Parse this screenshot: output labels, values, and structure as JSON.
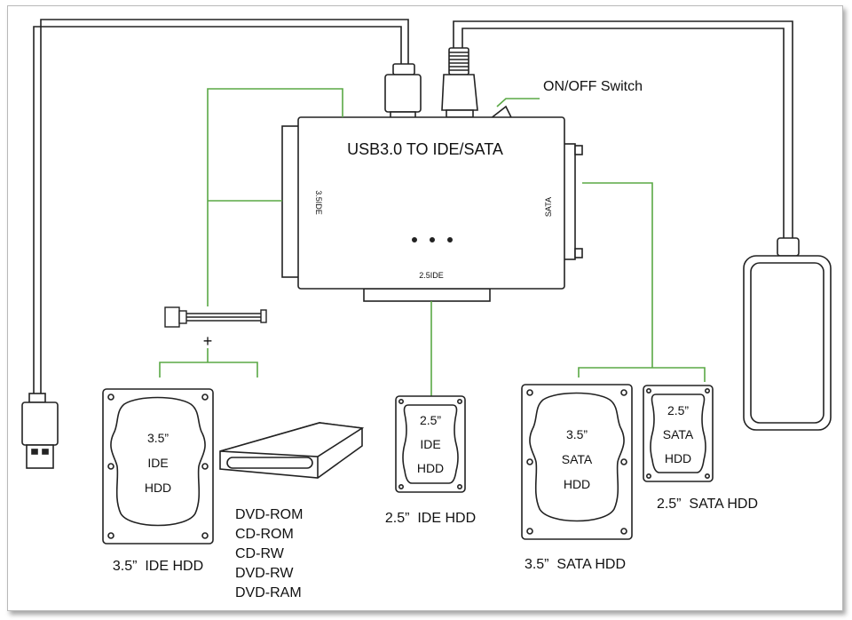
{
  "device": {
    "title": "USB3.0 TO IDE/SATA",
    "port_left": "3.5IDE",
    "port_right": "SATA",
    "port_bottom": "2.5IDE",
    "switch_label": "ON/OFF Switch"
  },
  "power_plus": "+",
  "drives": {
    "ide35": {
      "face": [
        "3.5”",
        "IDE",
        "HDD"
      ],
      "caption": "3.5”  IDE HDD"
    },
    "ide25": {
      "face": [
        "2.5”",
        "IDE",
        "HDD"
      ],
      "caption": "2.5”  IDE HDD"
    },
    "sata35": {
      "face": [
        "3.5”",
        "SATA",
        "HDD"
      ],
      "caption": "3.5”  SATA HDD"
    },
    "sata25": {
      "face": [
        "2.5”",
        "SATA",
        "HDD"
      ],
      "caption": "2.5”  SATA HDD"
    }
  },
  "optical_drives": [
    "DVD-ROM",
    "CD-ROM",
    "CD-RW",
    "DVD-RW",
    "DVD-RAM"
  ],
  "colors": {
    "connector_line": "#5aa845",
    "outline": "#222222"
  }
}
